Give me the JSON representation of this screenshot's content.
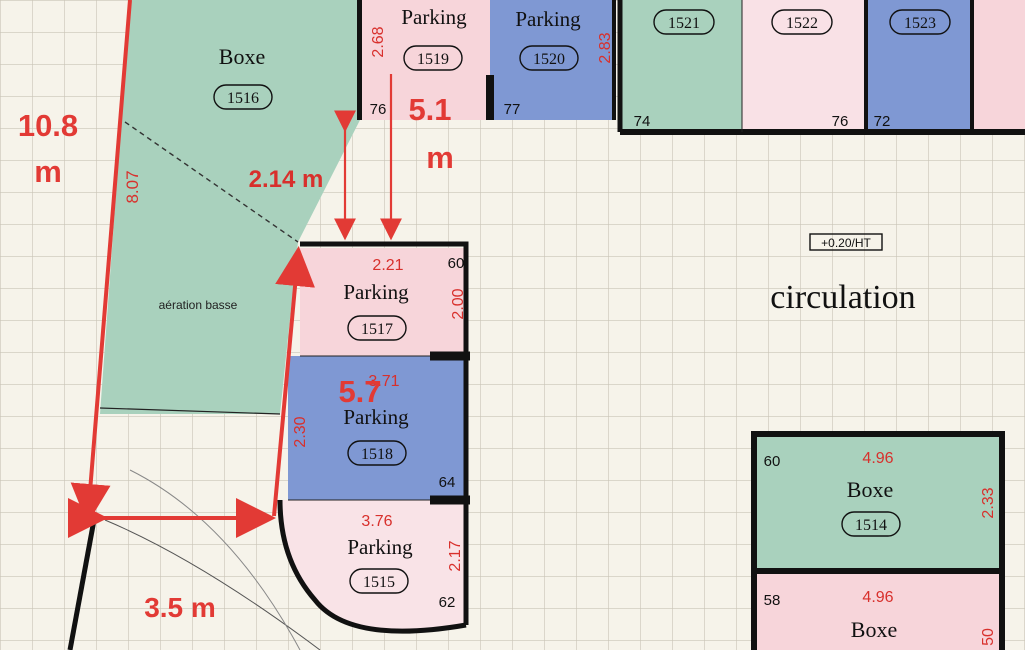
{
  "colors": {
    "green": "#a9d1bd",
    "pink": "#f6d3d8",
    "pink_light": "#f9e3e7",
    "blue": "#7f98d3",
    "grid_bg": "#f6f3ea",
    "grid_line": "#c8c3b6",
    "wall": "#111111",
    "dimension_red": "#e23a35"
  },
  "spaces": [
    {
      "key": "1516",
      "kind": "Boxe",
      "id": "1516",
      "dims": [
        "8.07"
      ],
      "extra": ""
    },
    {
      "key": "1519",
      "kind": "Parking",
      "id": "1519",
      "dims": [
        "2.68"
      ],
      "extra": "76"
    },
    {
      "key": "1520",
      "kind": "Parking",
      "id": "1520",
      "dims": [
        "2.83"
      ],
      "extra": "77"
    },
    {
      "key": "1521",
      "kind": "",
      "id": "1521",
      "dims": [],
      "extra": "74"
    },
    {
      "key": "1522",
      "kind": "",
      "id": "1522",
      "dims": [],
      "extra": "76"
    },
    {
      "key": "1523",
      "kind": "",
      "id": "1523",
      "dims": [],
      "extra": "72"
    },
    {
      "key": "1517",
      "kind": "Parking",
      "id": "1517",
      "dims": [
        "2.21",
        "2.00"
      ],
      "extra": "60"
    },
    {
      "key": "1518",
      "kind": "Parking",
      "id": "1518",
      "dims": [
        "3.71",
        "2.30"
      ],
      "extra": "64"
    },
    {
      "key": "1515",
      "kind": "Parking",
      "id": "1515",
      "dims": [
        "3.76",
        "2.17"
      ],
      "extra": "62"
    },
    {
      "key": "1514",
      "kind": "Boxe",
      "id": "1514",
      "dims": [
        "4.96",
        "2.33"
      ],
      "extra": "60"
    },
    {
      "key": "bottom",
      "kind": "Boxe",
      "id": "",
      "dims": [
        "4.96",
        "50"
      ],
      "extra": "58"
    }
  ],
  "labels": {
    "circulation": "circulation",
    "aeration": "aération basse",
    "level_tag": "+0.20/HT"
  },
  "measurements": {
    "left_height": [
      "10.8",
      "m"
    ],
    "top_width": [
      "5.1",
      "m"
    ],
    "gap_height": "2.14 m",
    "depth": "5.7",
    "bottom_width": "3.5 m"
  }
}
